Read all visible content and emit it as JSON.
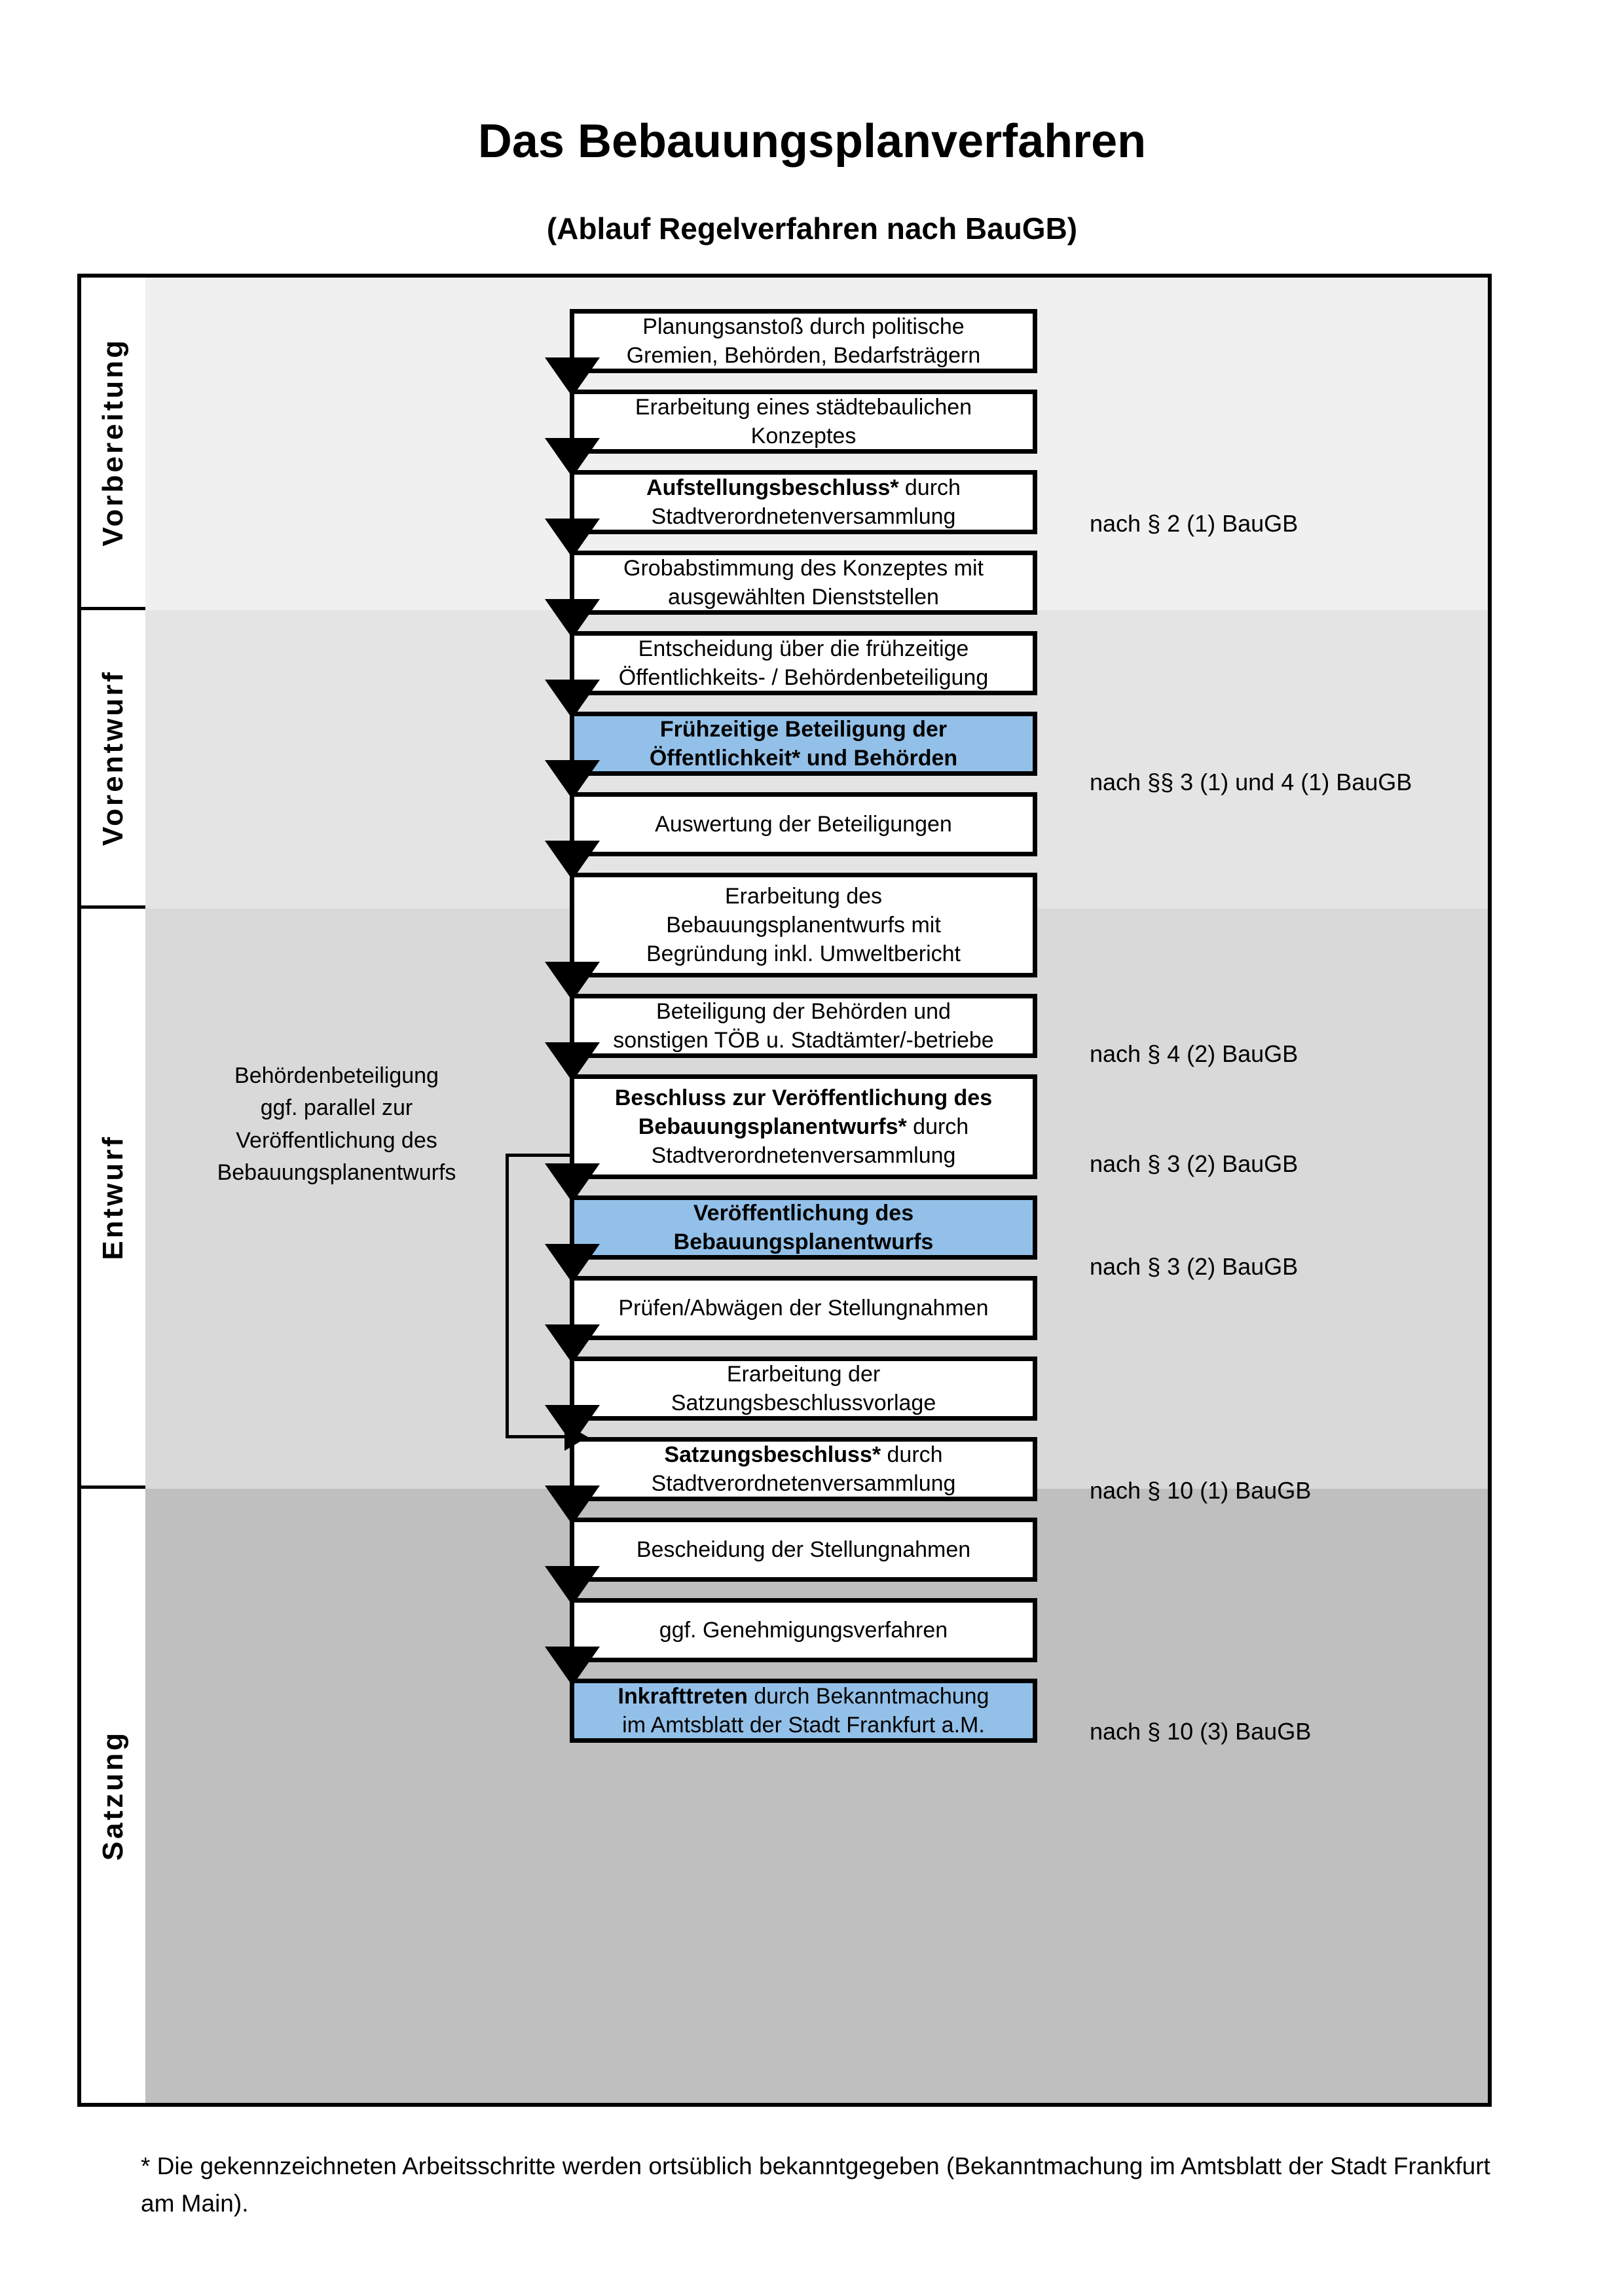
{
  "header": {
    "title": "Das Bebauungsplanverfahren",
    "subtitle": "(Ablauf Regelverfahren nach BauGB)"
  },
  "phases": [
    {
      "id": "vorbereitung",
      "label": "Vorbereitung",
      "band_color": "#f0f0f0"
    },
    {
      "id": "vorentwurf",
      "label": "Vorentwurf",
      "band_color": "#e4e4e4"
    },
    {
      "id": "entwurf",
      "label": "Entwurf",
      "band_color": "#d9d9d9"
    },
    {
      "id": "satzung",
      "label": "Satzung",
      "band_color": "#bfbfbf"
    }
  ],
  "side_note": {
    "lines": [
      "Behördenbeteiligung",
      "ggf. parallel zur",
      "Veröffentlichung des",
      "Bebauungsplanentwurfs"
    ]
  },
  "nodes": [
    {
      "id": "n1",
      "phase": "vorbereitung",
      "style": "plain",
      "lines": [
        {
          "t": "Planungsanstoß durch politische",
          "b": false
        },
        {
          "t": "Gremien, Behörden, Bedarfsträgern",
          "b": false
        }
      ]
    },
    {
      "id": "n2",
      "phase": "vorbereitung",
      "style": "plain",
      "lines": [
        {
          "t": "Erarbeitung eines städtebaulichen",
          "b": false
        },
        {
          "t": "Konzeptes",
          "b": false
        }
      ]
    },
    {
      "id": "n3",
      "phase": "vorbereitung",
      "style": "plain",
      "lines": [
        {
          "t": "Aufstellungsbeschluss*",
          "b": true,
          "suffix": " durch"
        },
        {
          "t": "Stadtverordnetenversammlung",
          "b": false
        }
      ]
    },
    {
      "id": "n4",
      "phase": "vorentwurf",
      "style": "plain",
      "lines": [
        {
          "t": "Grobabstimmung des Konzeptes mit",
          "b": false
        },
        {
          "t": "ausgewählten Dienststellen",
          "b": false
        }
      ]
    },
    {
      "id": "n5",
      "phase": "vorentwurf",
      "style": "plain",
      "lines": [
        {
          "t": "Entscheidung über die frühzeitige",
          "b": false
        },
        {
          "t": "Öffentlichkeits- / Behördenbeteiligung",
          "b": false
        }
      ]
    },
    {
      "id": "n6",
      "phase": "vorentwurf",
      "style": "blue",
      "lines": [
        {
          "t": "Frühzeitige Beteiligung der",
          "b": true
        },
        {
          "t": "Öffentlichkeit* und Behörden",
          "b": true
        }
      ]
    },
    {
      "id": "n7",
      "phase": "entwurf",
      "style": "plain",
      "lines": [
        {
          "t": "Auswertung der Beteiligungen",
          "b": false
        }
      ]
    },
    {
      "id": "n8",
      "phase": "entwurf",
      "style": "plain",
      "lines": [
        {
          "t": "Erarbeitung des",
          "b": false
        },
        {
          "t": "Bebauungsplanentwurfs mit",
          "b": false
        },
        {
          "t": "Begründung inkl. Umweltbericht",
          "b": false
        }
      ]
    },
    {
      "id": "n9",
      "phase": "entwurf",
      "style": "plain",
      "lines": [
        {
          "t": "Beteiligung der Behörden und",
          "b": false
        },
        {
          "t": "sonstigen TÖB u. Stadtämter/-betriebe",
          "b": false
        }
      ]
    },
    {
      "id": "n10",
      "phase": "entwurf",
      "style": "plain",
      "lines": [
        {
          "t": "Beschluss zur Veröffentlichung des",
          "b": true
        },
        {
          "t": "Bebauungsplanentwurfs*",
          "b": true,
          "suffix": " durch"
        },
        {
          "t": "Stadtverordnetenversammlung",
          "b": false
        }
      ]
    },
    {
      "id": "n11",
      "phase": "entwurf",
      "style": "blue",
      "lines": [
        {
          "t": "Veröffentlichung des",
          "b": true
        },
        {
          "t": "Bebauungsplanentwurfs",
          "b": true
        }
      ]
    },
    {
      "id": "n12",
      "phase": "satzung",
      "style": "plain",
      "lines": [
        {
          "t": "Prüfen/Abwägen der Stellungnahmen",
          "b": false
        }
      ]
    },
    {
      "id": "n13",
      "phase": "satzung",
      "style": "plain",
      "lines": [
        {
          "t": "Erarbeitung der",
          "b": false
        },
        {
          "t": "Satzungsbeschlussvorlage",
          "b": false
        }
      ]
    },
    {
      "id": "n14",
      "phase": "satzung",
      "style": "plain",
      "lines": [
        {
          "t": "Satzungsbeschluss*",
          "b": true,
          "suffix": " durch"
        },
        {
          "t": "Stadtverordnetenversammlung",
          "b": false
        }
      ]
    },
    {
      "id": "n15",
      "phase": "satzung",
      "style": "plain",
      "lines": [
        {
          "t": "Bescheidung der Stellungnahmen",
          "b": false
        }
      ]
    },
    {
      "id": "n16",
      "phase": "satzung",
      "style": "plain",
      "lines": [
        {
          "t": "ggf. Genehmigungsverfahren",
          "b": false
        }
      ]
    },
    {
      "id": "n17",
      "phase": "satzung",
      "style": "blue",
      "lines": [
        {
          "t": "Inkrafttreten",
          "b": true,
          "suffix": " durch Bekanntmachung"
        },
        {
          "t": "im Amtsblatt der Stadt Frankfurt a.M.",
          "b": false
        }
      ]
    }
  ],
  "annotations": [
    {
      "id": "a1",
      "for": "n3",
      "text": "nach § 2 (1) BauGB"
    },
    {
      "id": "a2",
      "for": "n6",
      "text": "nach §§ 3 (1) und 4 (1) BauGB"
    },
    {
      "id": "a3",
      "for": "n9",
      "text": "nach § 4 (2) BauGB"
    },
    {
      "id": "a4",
      "for": "n10",
      "text": "nach § 3 (2) BauGB"
    },
    {
      "id": "a5",
      "for": "n11",
      "text": "nach § 3 (2) BauGB"
    },
    {
      "id": "a6",
      "for": "n14",
      "text": "nach § 10 (1) BauGB"
    },
    {
      "id": "a7",
      "for": "n17",
      "text": "nach § 10 (3) BauGB"
    }
  ],
  "footnote": {
    "text": "* Die gekennzeichneten Arbeitsschritte werden ortsüblich bekanntgegeben (Bekanntmachung im Amtsblatt  der Stadt Frankfurt am Main)."
  },
  "colors": {
    "highlight_blue": "#93c0e8",
    "band_1": "#f0f0f0",
    "band_2": "#e4e4e4",
    "band_3": "#d9d9d9",
    "band_4": "#bfbfbf",
    "line": "#000000"
  }
}
